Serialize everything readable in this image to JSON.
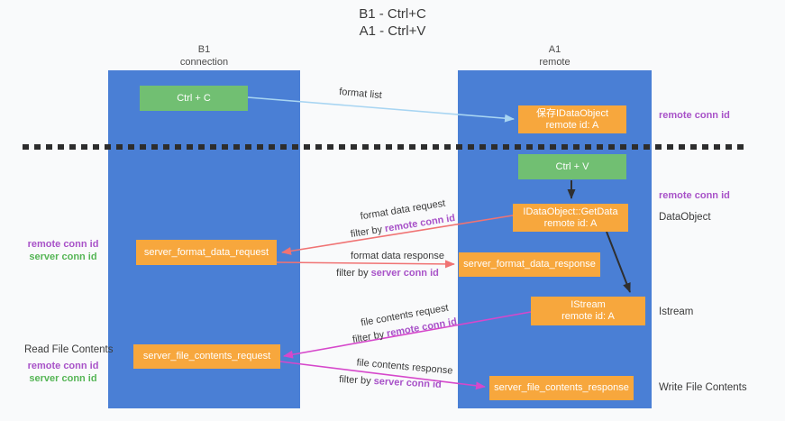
{
  "title": {
    "line1": "B1 - Ctrl+C",
    "line2": "A1 - Ctrl+V"
  },
  "lanes": {
    "left": {
      "title": "B1",
      "subtitle": "connection"
    },
    "right": {
      "title": "A1",
      "subtitle": "remote"
    }
  },
  "boxes": {
    "ctrl_c": {
      "label": "Ctrl + C"
    },
    "save_dataobject": {
      "line1": "保存IDataObject",
      "line2": "remote id: A"
    },
    "ctrl_v": {
      "label": "Ctrl + V"
    },
    "getdata": {
      "line1": "IDataObject::GetData",
      "line2": "remote id: A"
    },
    "format_request": {
      "label": "server_format_data_request"
    },
    "format_response": {
      "label": "server_format_data_response"
    },
    "istream": {
      "line1": "IStream",
      "line2": "remote id: A"
    },
    "file_request": {
      "label": "server_file_contents_request"
    },
    "file_response": {
      "label": "server_file_contents_response"
    }
  },
  "arrow_labels": {
    "format_list": "format list",
    "format_data_request": "format data request",
    "format_data_request_filter_prefix": "filter by ",
    "format_data_request_filter_key": "remote conn id",
    "format_data_response": "format data response",
    "format_data_response_filter_prefix": "filter by ",
    "format_data_response_filter_key": "server conn id",
    "file_contents_request": "file contents request",
    "file_contents_request_filter_prefix": "filter by ",
    "file_contents_request_filter_key": "remote conn id",
    "file_contents_response": "file contents response",
    "file_contents_response_filter_prefix": "filter by ",
    "file_contents_response_filter_key": "server conn id"
  },
  "side_labels": {
    "remote_conn_id_top_right": "remote conn id",
    "remote_conn_id_mid_right": "remote conn id",
    "dataobject": "DataObject",
    "istream": "Istream",
    "write_file_contents": "Write File Contents",
    "remote_conn_id_left_1": "remote conn id",
    "server_conn_id_left_1": "server conn id",
    "read_file_contents": "Read File Contents",
    "remote_conn_id_left_2": "remote conn id",
    "server_conn_id_left_2": "server conn id"
  },
  "colors": {
    "lane_blue": "#4a7fd5",
    "box_green": "#71bf72",
    "box_orange": "#f7a73d",
    "arrow_blue": "#a8d5f2",
    "arrow_dark": "#2f2f2f",
    "arrow_red": "#f07373",
    "arrow_magenta": "#d648cb",
    "text_purple": "#a852c8",
    "text_green": "#55b555",
    "text_dark": "#3a3a3a",
    "dash": "#2d2d2d"
  }
}
